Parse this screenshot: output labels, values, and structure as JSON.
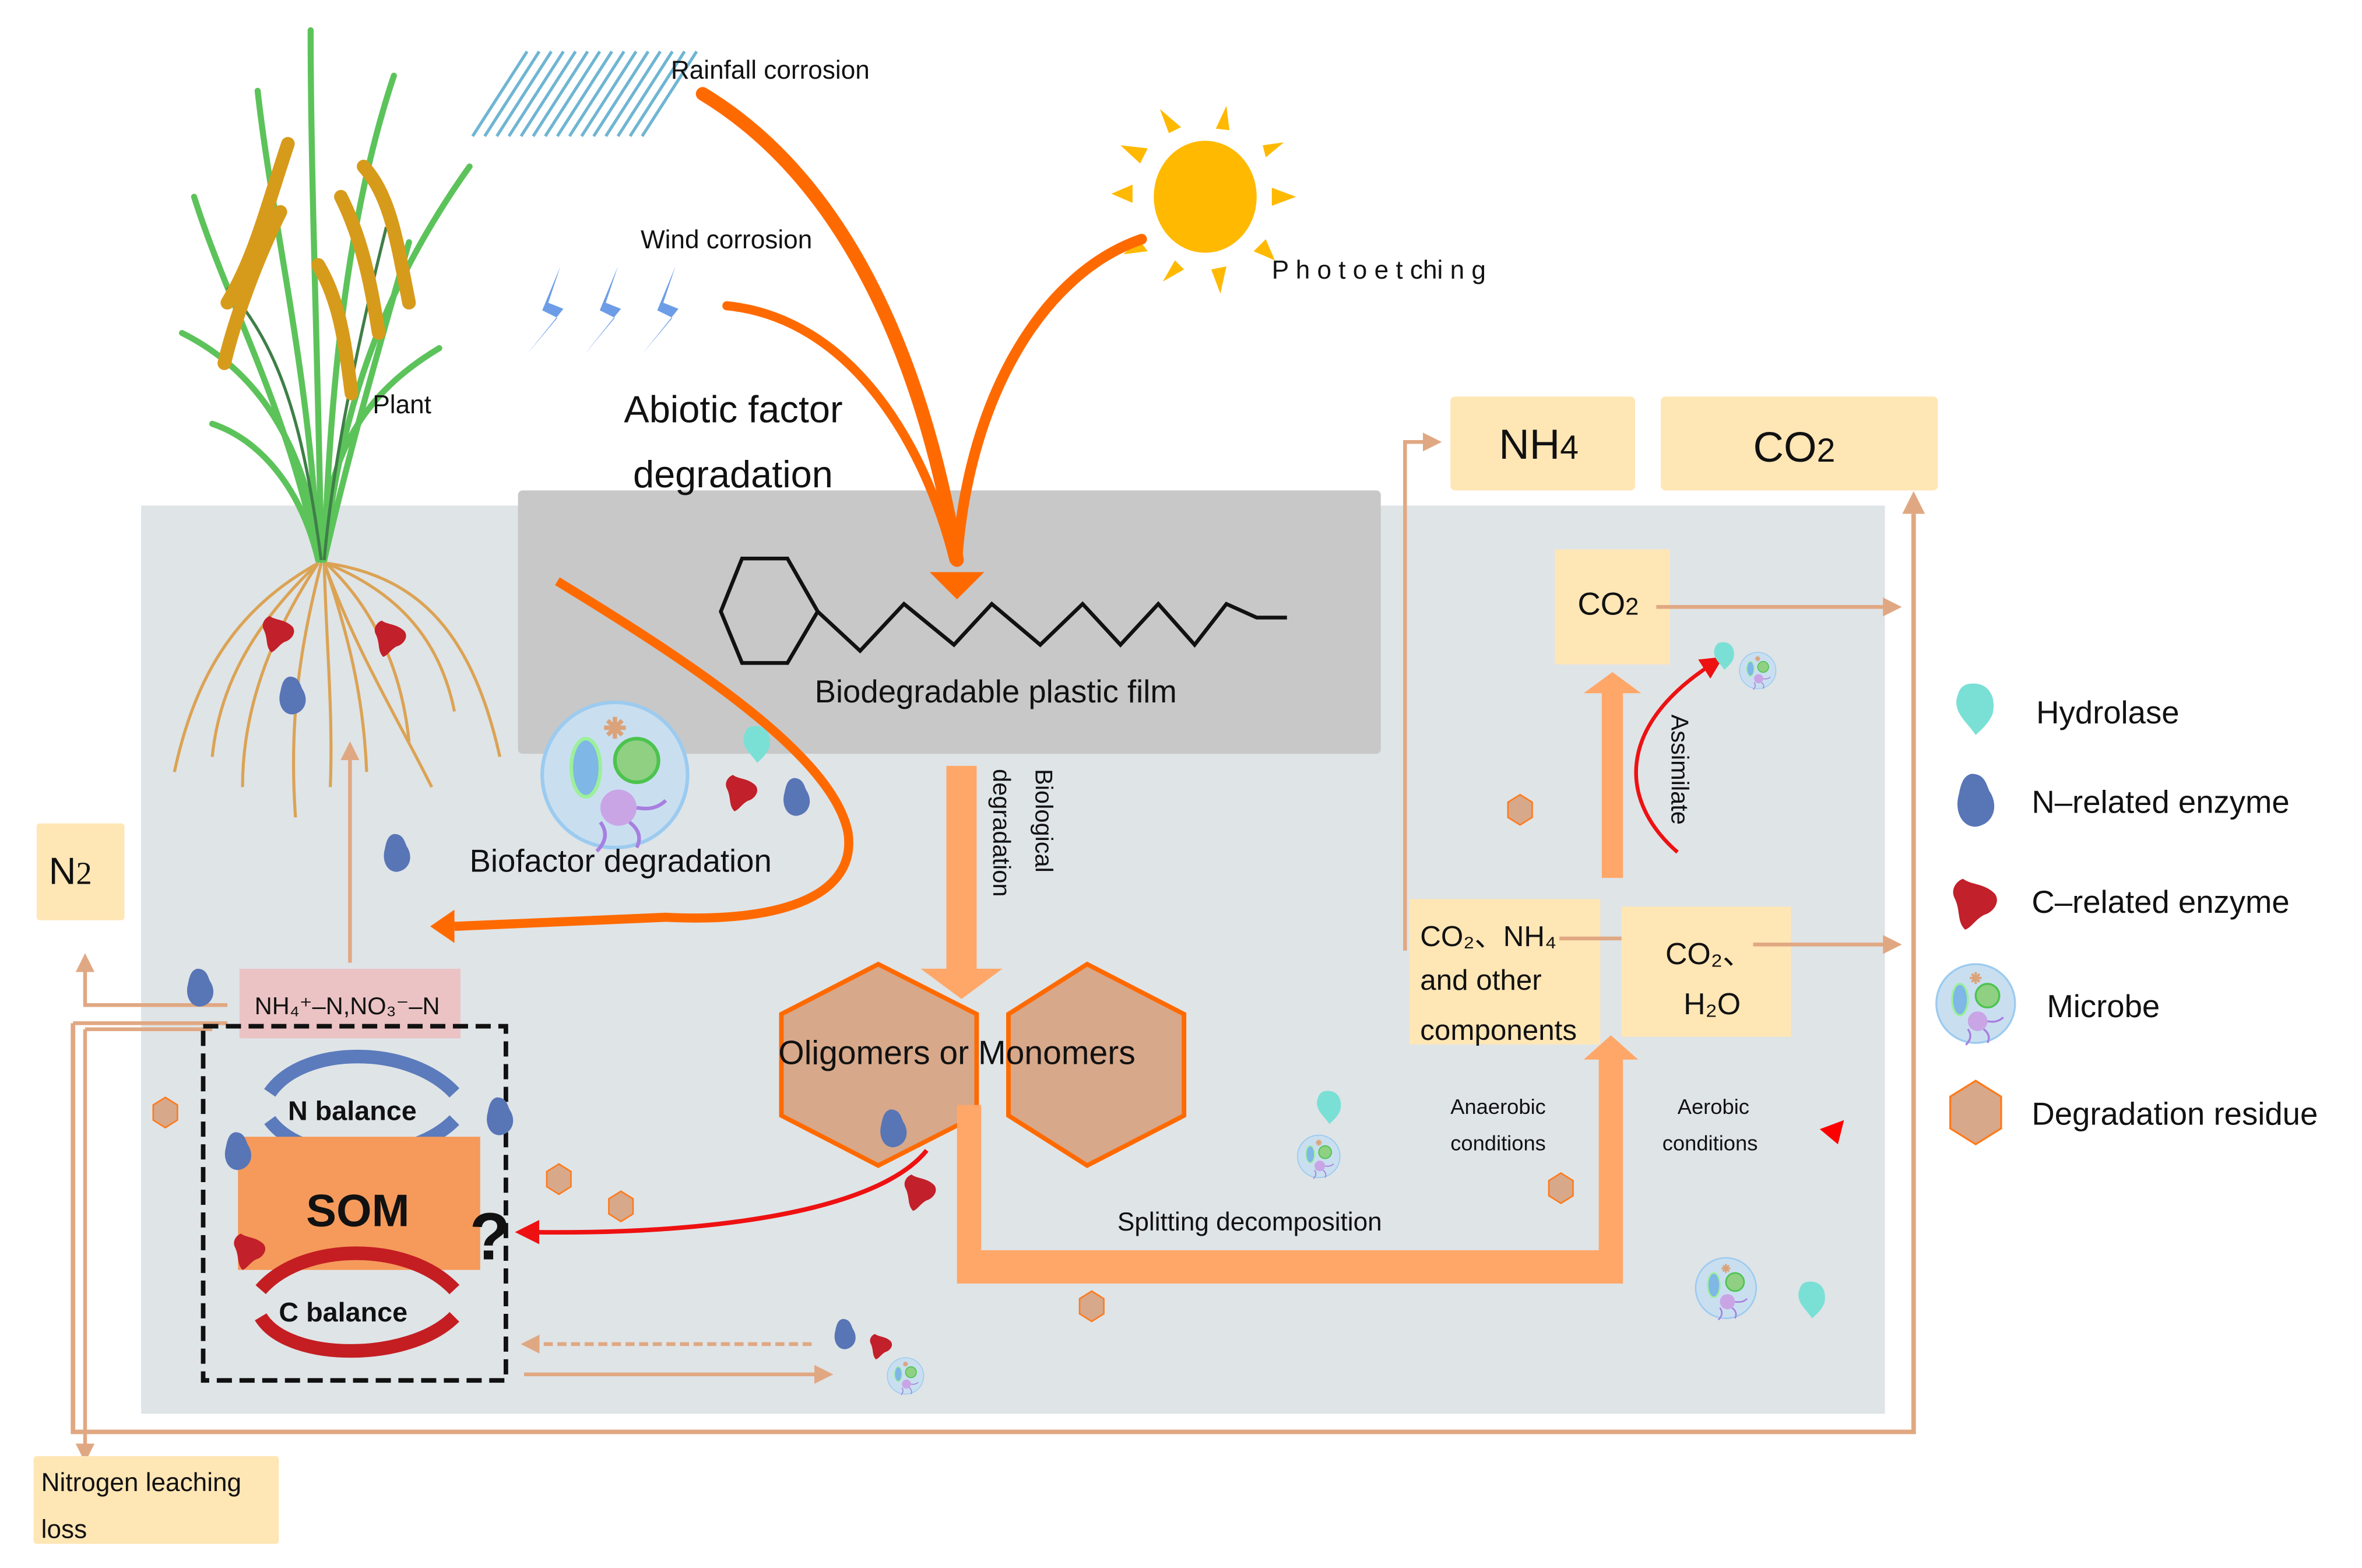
{
  "diagram": {
    "title": "Degradation pathways of biodegradable plastic film in soil",
    "colors": {
      "soil_background": "#dfe4e7",
      "plastic_film_box": "#c8c8c8",
      "orange_arrow": "#ff6a00",
      "light_orange_arrow": "#ffa768",
      "tan_line": "#e0a882",
      "output_box": "#ffe6b5",
      "nitrogen_box": "#ebc3c4",
      "som_box": "#f59a5b",
      "n_balance_arrow": "#5b7bbc",
      "c_balance_arrow": "#c41e22",
      "residue_fill": "#d7a88a",
      "residue_stroke": "#ff7a1a",
      "hydrolase": "#7ae0d5",
      "n_enzyme": "#5875b6",
      "c_enzyme": "#c2202a",
      "sun": "#ffb900",
      "rain": "#6fb5d3",
      "wind": "#6d9de6",
      "root": "#dba354",
      "plant_green": "#5cc35a",
      "grain": "#d79b1b"
    },
    "labels": {
      "rainfall": "Rainfall corrosion",
      "wind": "Wind corrosion",
      "photoetching": "P h o t o e t chi n g",
      "plant": "Plant",
      "abiotic_line1": "Abiotic factor",
      "abiotic_line2": "degradation",
      "plastic_film": "Biodegradable plastic film",
      "biofactor": "Biofactor degradation",
      "biological_line1": "Biological",
      "biological_line2": "degradation",
      "oligomers": "Oligomers or Monomers",
      "splitting": "Splitting decomposition",
      "anaerobic_line1": "Anaerobic",
      "anaerobic_line2": "conditions",
      "aerobic_line1": "Aerobic",
      "aerobic_line2": "conditions",
      "assimilate": "Assimilate",
      "n2": "N",
      "n2_sub": "2",
      "nh4_top": "NH",
      "nh4_top_sub": "4",
      "co2_top": "CO",
      "co2_top_sub": "2",
      "co2_inner": "CO",
      "co2_inner_sub": "2",
      "mixed_line1": "CO₂、NH₄",
      "mixed_line2": "and other",
      "mixed_line3": "components",
      "co2_h2o_line1": "CO₂、",
      "co2_h2o_line2": "H₂O",
      "nitrogen_forms": "NH₄⁺–N,NO₃⁻–N",
      "n_balance": "N  balance",
      "c_balance": "C  balance",
      "som": "SOM",
      "question": "?",
      "leaching_line1": "Nitrogen leaching",
      "leaching_line2": "loss"
    },
    "legend": [
      {
        "icon": "hydrolase-icon",
        "label": "Hydrolase"
      },
      {
        "icon": "n-related-enzyme-icon",
        "label": "N–related enzyme"
      },
      {
        "icon": "c-related-enzyme-icon",
        "label": "C–related enzyme"
      },
      {
        "icon": "microbe-icon",
        "label": "Microbe"
      },
      {
        "icon": "degradation-residue-icon",
        "label": "Degradation residue"
      }
    ]
  }
}
